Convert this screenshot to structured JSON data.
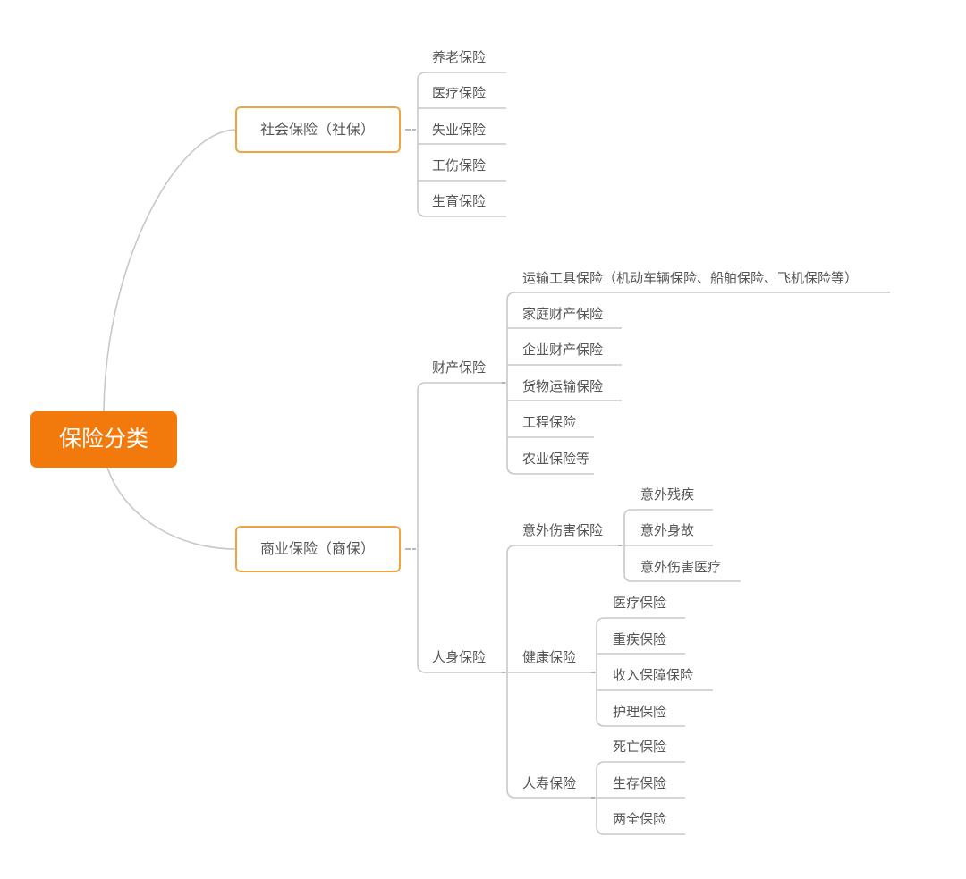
{
  "root": {
    "label": "保险分类",
    "color": "#f27a0c"
  },
  "colors": {
    "branch_border": "#f0a540",
    "line": "#c8c8c8",
    "text": "#555555"
  },
  "social": {
    "label": "社会保险（社保）",
    "items": [
      "养老保险",
      "医疗保险",
      "失业保险",
      "工伤保险",
      "生育保险"
    ]
  },
  "commercial": {
    "label": "商业保险（商保）",
    "property": {
      "label": "财产保险",
      "items": [
        "运输工具保险（机动车辆保险、船舶保险、飞机保险等）",
        "家庭财产保险",
        "企业财产保险",
        "货物运输保险",
        "工程保险",
        "农业保险等"
      ]
    },
    "personal": {
      "label": "人身保险",
      "accident": {
        "label": "意外伤害保险",
        "items": [
          "意外残疾",
          "意外身故",
          "意外伤害医疗"
        ]
      },
      "health": {
        "label": "健康保险",
        "items": [
          "医疗保险",
          "重疾保险",
          "收入保障保险",
          "护理保险"
        ]
      },
      "life": {
        "label": "人寿保险",
        "items": [
          "死亡保险",
          "生存保险",
          "两全保险"
        ]
      }
    }
  }
}
